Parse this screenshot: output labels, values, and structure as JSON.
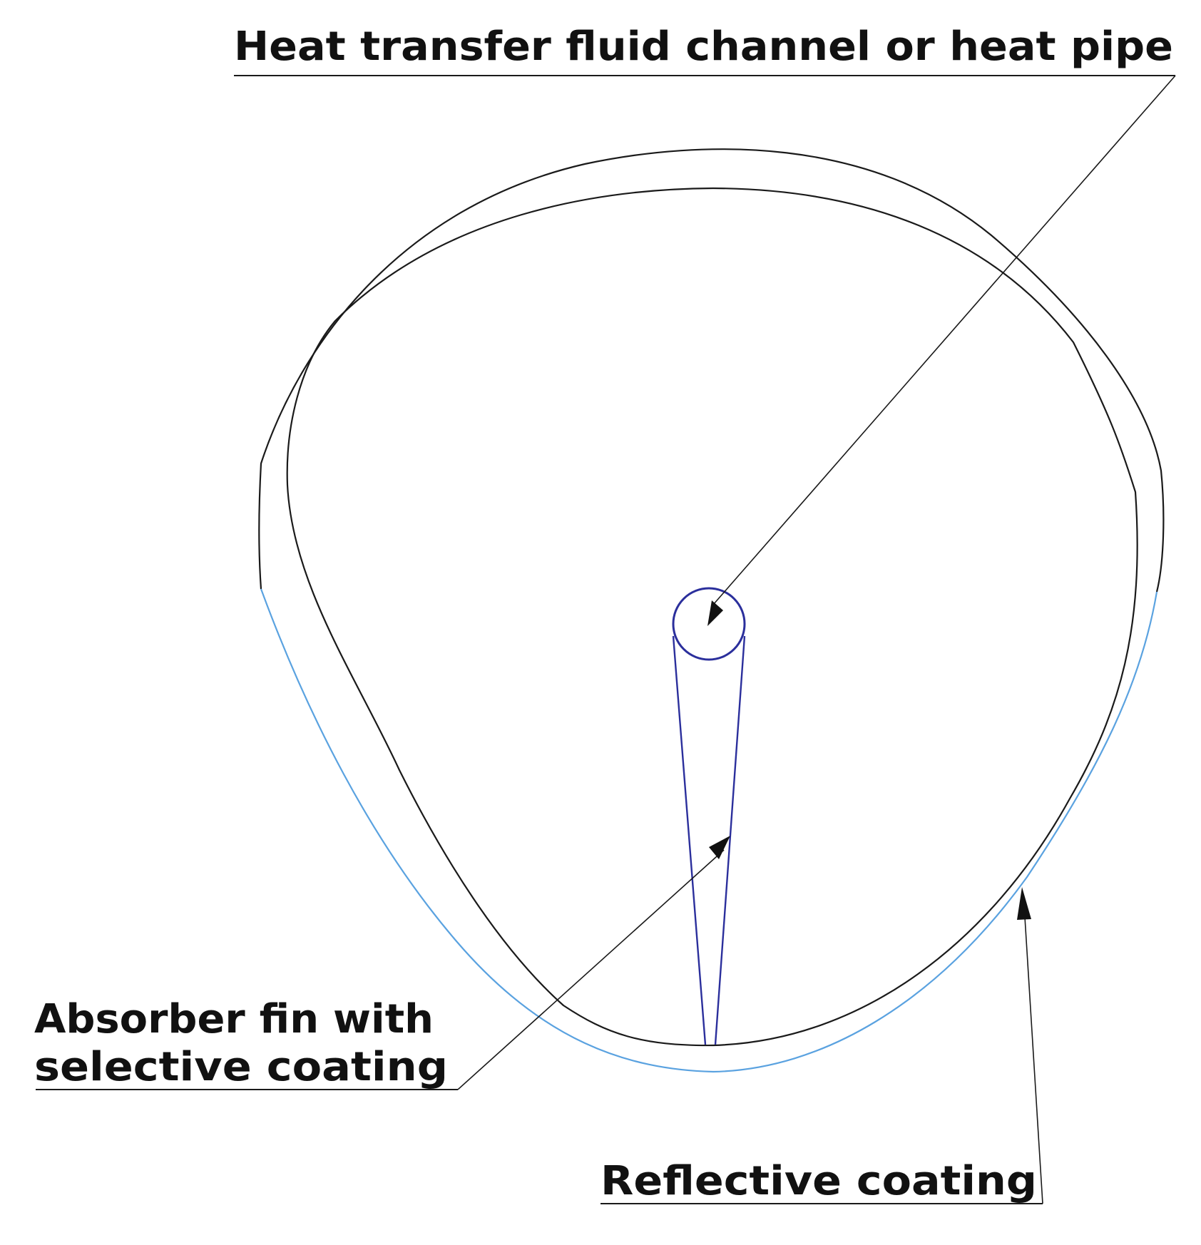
{
  "labels": {
    "heat_pipe": "Heat transfer fluid channel or heat pipe",
    "absorber_line1": "Absorber fin with",
    "absorber_line2": "selective coating",
    "reflective": "Reflective coating"
  },
  "colors": {
    "background": "#ffffff",
    "outline": "#1a1a1a",
    "fin": "#2b2f9c",
    "reflective_coating": "#5aa2e0",
    "text": "#111111"
  }
}
